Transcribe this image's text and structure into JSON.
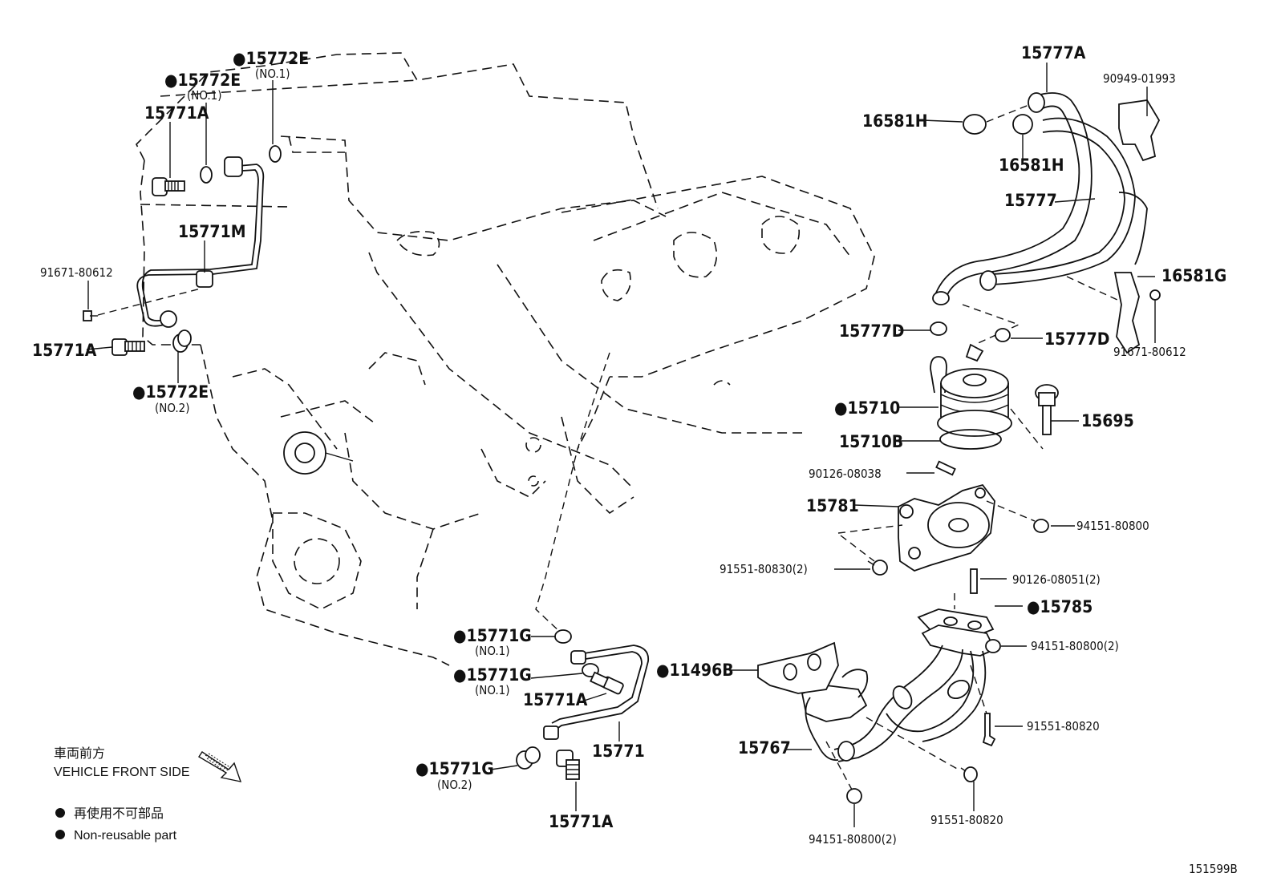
{
  "labels": {
    "l15772E_a": "●15772E",
    "l15772E_a_sub": "(NO.1)",
    "l15772E_b": "●15772E",
    "l15772E_b_sub": "(NO.1)",
    "l15771A_a": "15771A",
    "l15771M": "15771M",
    "l91671_a": "91671-80612",
    "l15771A_b": "15771A",
    "l15772E_c": "●15772E",
    "l15772E_c_sub": "(NO.2)",
    "l15777A": "15777A",
    "l90949": "90949-01993",
    "l16581H_a": "16581H",
    "l16581H_b": "16581H",
    "l15777": "15777",
    "l16581G": "16581G",
    "l91671_b": "91671-80612",
    "l15777D_a": "15777D",
    "l15777D_b": "15777D",
    "l15710": "●15710",
    "l15695": "15695",
    "l15710B": "15710B",
    "l90126_a": "90126-08038",
    "l15781": "15781",
    "l94151_a": "94151-80800",
    "l91551_a": "91551-80830(2)",
    "l90126_b": "90126-08051(2)",
    "l15785": "●15785",
    "l94151_b": "94151-80800(2)",
    "l11496B": "●11496B",
    "l91551_b": "91551-80820",
    "l15767": "15767",
    "l91551_c": "91551-80820",
    "l94151_c": "94151-80800(2)",
    "l15771G_a": "●15771G",
    "l15771G_a_sub": "(NO.1)",
    "l15771G_b": "●15771G",
    "l15771G_b_sub": "(NO.1)",
    "l15771A_c": "15771A",
    "l15771": "15771",
    "l15771G_c": "●15771G",
    "l15771G_c_sub": "(NO.2)",
    "l15771A_d": "15771A"
  },
  "legend": {
    "front_jp": "車両前方",
    "front_en": "VEHICLE FRONT SIDE",
    "nonreuse_jp": "再使用不可部品",
    "nonreuse_en": "Non-reusable part"
  },
  "diagram_id": "151599B"
}
